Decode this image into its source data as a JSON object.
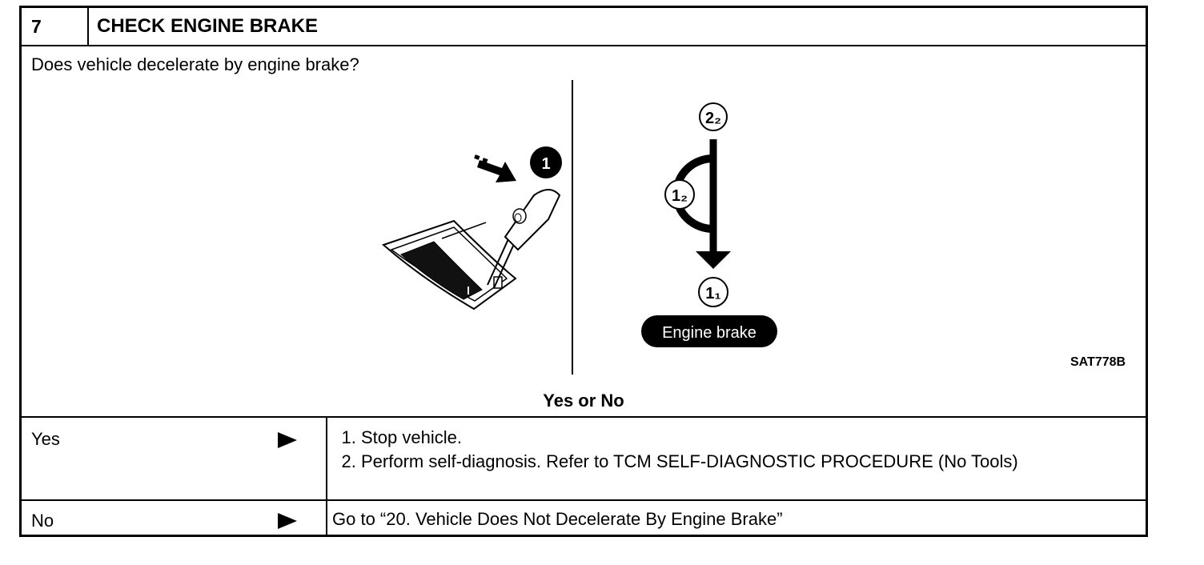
{
  "step": {
    "number": "7",
    "title": "CHECK ENGINE BRAKE",
    "question": "Does vehicle decelerate by engine brake?"
  },
  "figure": {
    "callout_number": "1",
    "positions": {
      "top": "2₂",
      "middle": "1₂",
      "bottom": "1₁"
    },
    "engine_brake_label": "Engine brake",
    "code": "SAT778B"
  },
  "decision": {
    "prompt": "Yes or No"
  },
  "answers": [
    {
      "label": "Yes",
      "actions": [
        "Stop vehicle.",
        "Perform self-diagnosis. Refer to TCM SELF-DIAGNOSTIC PROCEDURE (No Tools)"
      ]
    },
    {
      "label": "No",
      "action": "Go to “20. Vehicle Does Not Decelerate By Engine Brake”"
    }
  ]
}
